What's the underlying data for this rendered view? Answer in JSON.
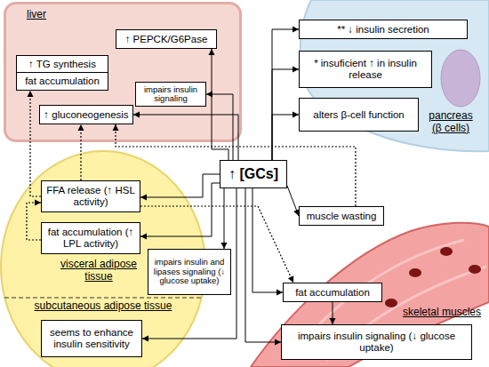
{
  "diagram": {
    "nodes": [
      {
        "text": [
          "liver"
        ]
      },
      {
        "text": [
          "↑ TG synthesis"
        ],
        "in": 0
      },
      {
        "text": [
          "fat accumulation"
        ],
        "in": 0
      },
      {
        "text": [
          "↑ gluconeogenesis"
        ],
        "in": 0
      },
      {
        "text": [
          "↑ PEPCK/G6Pase"
        ],
        "in": 0
      },
      {
        "text": [
          "impairs insulin signaling"
        ],
        "in": 0
      },
      {
        "text": [
          "pancreas (β cells)"
        ]
      },
      {
        "text": [
          "** ↓ insulin secretion"
        ],
        "in": 6
      },
      {
        "text": [
          "* insuficient ↑ in insulin release"
        ],
        "in": 6
      },
      {
        "text": [
          "alters β-cell function"
        ],
        "in": 6
      },
      {
        "text": [
          "↑ [GCs]"
        ]
      },
      {
        "text": [
          "visceral adipose tissue",
          "subcutaneous adipose tissue"
        ]
      },
      {
        "text": [
          "FFA release (↑ HSL activity)"
        ],
        "in": 11
      },
      {
        "text": [
          "fat accumulation (↑ LPL activity)"
        ],
        "in": 11
      },
      {
        "text": [
          "impairs insulin and lipases signaling (↓ glucose uptake)"
        ]
      },
      {
        "text": [
          "seems to enhance insulin sensitivity"
        ],
        "in": 11
      },
      {
        "text": [
          "muscle wasting"
        ]
      },
      {
        "text": [
          "skeletal muscles"
        ]
      },
      {
        "text": [
          "fat accumulation"
        ],
        "in": 17
      },
      {
        "text": [
          "impairs insulin signaling (↓ glucose uptake)"
        ],
        "in": 17
      }
    ],
    "edges": [
      {
        "from": 10,
        "to": 4,
        "arrow": "to"
      },
      {
        "from": 10,
        "to": 5,
        "arrow": "to"
      },
      {
        "from": 10,
        "to": 3,
        "arrow": "to"
      },
      {
        "from": 10,
        "to": 7,
        "arrow": "to"
      },
      {
        "from": 10,
        "to": 8,
        "arrow": "to"
      },
      {
        "from": 10,
        "to": 9,
        "arrow": "to"
      },
      {
        "from": 10,
        "to": 12,
        "arrow": "to"
      },
      {
        "from": 10,
        "to": 13,
        "arrow": "to"
      },
      {
        "from": 10,
        "to": 14,
        "arrow": "to"
      },
      {
        "from": 10,
        "to": 15,
        "arrow": "to"
      },
      {
        "from": 10,
        "to": 16,
        "arrow": "to"
      },
      {
        "from": 10,
        "to": 18,
        "arrow": "to"
      },
      {
        "from": 10,
        "to": 19,
        "arrow": "to"
      },
      {
        "from": 18,
        "to": 19,
        "arrow": "to"
      },
      {
        "from": 16,
        "to": 3,
        "arrow": "to"
      },
      {
        "from": 12,
        "to": 2,
        "arrow": "to"
      },
      {
        "from": 12,
        "to": 3,
        "arrow": "to"
      },
      {
        "from": 13,
        "to": 12,
        "arrow": "to"
      },
      {
        "from": 12,
        "to": 18,
        "arrow": "to"
      }
    ]
  }
}
